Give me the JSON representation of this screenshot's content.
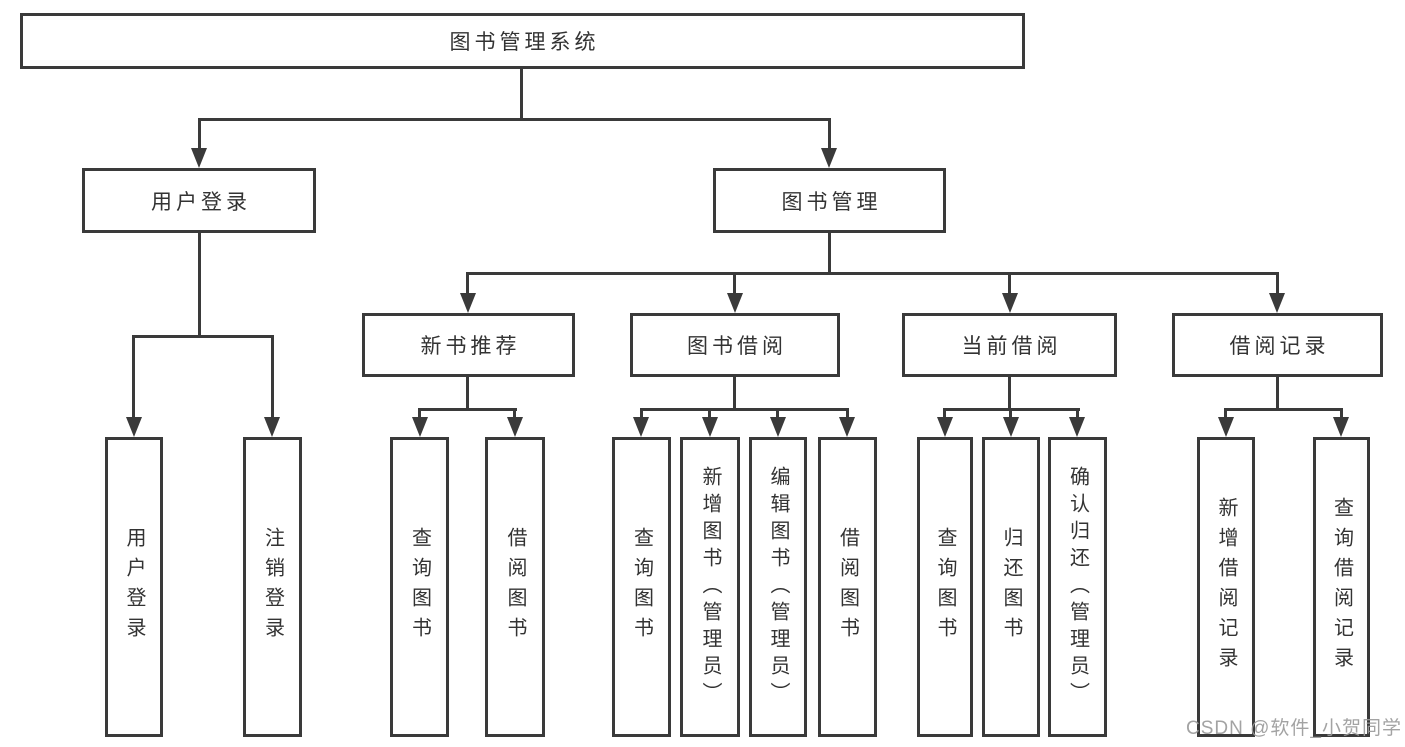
{
  "diagram": {
    "type": "hierarchy-tree",
    "watermark": "CSDN @软件_小贺同学",
    "colors": {
      "line": "#3a3a3a",
      "box_border": "#3a3a3a",
      "text": "#333333",
      "watermark": "#9b9b9b",
      "background": "#ffffff"
    },
    "nodes": {
      "root": "图书管理系统",
      "user_login": "用户登录",
      "book_mgmt": "图书管理",
      "new_book_rec": "新书推荐",
      "book_borrow": "图书借阅",
      "current_borrow": "当前借阅",
      "borrow_records": "借阅记录",
      "ul_login": "用户登录",
      "ul_logout": "注销登录",
      "nb_query": "查询图书",
      "nb_borrow": "借阅图书",
      "bb_query": "查询图书",
      "bb_add": "新增图书（管理员）",
      "bb_edit": "编辑图书（管理员）",
      "bb_borrow": "借阅图书",
      "cb_query": "查询图书",
      "cb_return": "归还图书",
      "cb_confirm": "确认归还（管理员）",
      "br_add": "新增借阅记录",
      "br_query": "查询借阅记录"
    },
    "hierarchy": {
      "root": [
        "user_login",
        "book_mgmt"
      ],
      "user_login": [
        "ul_login",
        "ul_logout"
      ],
      "book_mgmt": [
        "new_book_rec",
        "book_borrow",
        "current_borrow",
        "borrow_records"
      ],
      "new_book_rec": [
        "nb_query",
        "nb_borrow"
      ],
      "book_borrow": [
        "bb_query",
        "bb_add",
        "bb_edit",
        "bb_borrow"
      ],
      "current_borrow": [
        "cb_query",
        "cb_return",
        "cb_confirm"
      ],
      "borrow_records": [
        "br_add",
        "br_query"
      ]
    }
  }
}
